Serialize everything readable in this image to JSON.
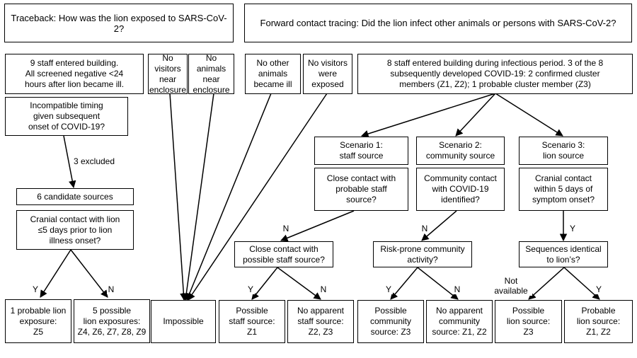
{
  "headers": {
    "traceback": "Traceback: How was the lion exposed to SARS-CoV-2?",
    "forward": "Forward contact tracing: Did the lion infect other animals or persons with SARS-CoV-2?"
  },
  "traceback": {
    "staff_entered": "9 staff entered building.\nAll screened negative <24\nhours after lion became ill.",
    "incompatible_timing": "Incompatible timing\ngiven subsequent\nonset of COVID-19?",
    "excluded_label": "3 excluded",
    "candidates": "6 candidate sources",
    "cranial_contact": "Cranial contact with lion\n≤5 days prior to lion\nillness onset?",
    "yes_label": "Y",
    "no_label": "N",
    "probable_exposure": "1 probable lion\nexposure:\nZ5",
    "possible_exposures": "5 possible\nlion exposures:\nZ4, Z6, Z7, Z8, Z9",
    "no_visitors_near": "No visitors\nnear\nenclosure",
    "no_animals_near": "No animals\nnear\nenclosure",
    "impossible": "Impossible"
  },
  "forward": {
    "no_other_animals": "No other\nanimals\nbecame ill",
    "no_visitors_exposed": "No visitors\nwere\nexposed",
    "staff_infectious": "8 staff entered building during infectious period. 3 of the 8\nsubsequently developed COVID-19: 2 confirmed cluster\nmembers (Z1, Z2); 1 probable cluster member (Z3)",
    "scenario1": {
      "title": "Scenario 1:\nstaff source",
      "question": "Close contact with\nprobable staff\nsource?",
      "no_label": "N",
      "followup": "Close contact with\npossible staff source?",
      "yes_label": "Y",
      "no2_label": "N",
      "outcome_yes": "Possible\nstaff source:\nZ1",
      "outcome_no": "No apparent\nstaff source:\nZ2, Z3"
    },
    "scenario2": {
      "title": "Scenario 2:\ncommunity source",
      "question": "Community contact\nwith COVID-19\nidentified?",
      "no_label": "N",
      "followup": "Risk-prone community\nactivity?",
      "yes_label": "Y",
      "no2_label": "N",
      "outcome_yes": "Possible\ncommunity\nsource: Z3",
      "outcome_no": "No apparent\ncommunity\nsource: Z1, Z2"
    },
    "scenario3": {
      "title": "Scenario 3:\nlion source",
      "question": "Cranial contact\nwithin 5 days of\nsymptom onset?",
      "yes_label": "Y",
      "followup": "Sequences identical\nto lion’s?",
      "na_label": "Not\navailable",
      "yes2_label": "Y",
      "outcome_na": "Possible\nlion source:\nZ3",
      "outcome_yes": "Probable\nlion source:\nZ1, Z2"
    }
  }
}
